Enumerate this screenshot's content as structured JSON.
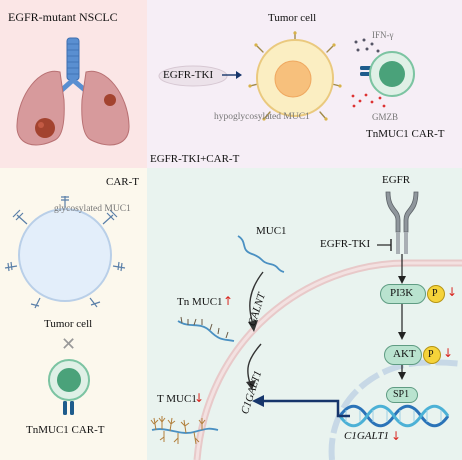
{
  "panel_a": {
    "title": "EGFR-mutant NSCLC"
  },
  "panel_b": {
    "title": "Tumor cell",
    "drug": "EGFR-TKI",
    "cell_label": "hypoglycosylated MUC1",
    "ifn": "IFN-γ",
    "gmzb": "GMZB",
    "car_t": "TnMUC1 CAR-T",
    "combo": "EGFR-TKI+CAR-T"
  },
  "panel_c": {
    "car_t": "CAR-T",
    "cell_label": "glycosylated MUC1",
    "tumor": "Tumor cell",
    "car_t_label": "TnMUC1 CAR-T",
    "x_mark": "✕"
  },
  "panel_d": {
    "egfr": "EGFR",
    "egfr_tki": "EGFR-TKI",
    "muc1": "MUC1",
    "tn_muc1": "Tn MUC1",
    "tn_arrow": "↑",
    "galnt": "GALNT",
    "c1galt1": "C1GALT1",
    "t_muc1": "T MUC1",
    "t_arrow": "↓",
    "pi3k": "PI3K",
    "akt": "AKT",
    "p": "P",
    "sp1": "SP1",
    "gene": "C1GALT1",
    "gene_arrow": "↓",
    "down": "↓"
  },
  "colors": {
    "panel_a_bg": "#fbe6e6",
    "panel_b_bg": "#f6eef6",
    "panel_c_bg": "#fcf8ed",
    "panel_d_bg": "#e9f3ef",
    "node_green": "#b9e3cf",
    "phospho_yellow": "#f5d33a",
    "arrow_red": "#d9231c",
    "arrow_navy": "#16356b"
  }
}
